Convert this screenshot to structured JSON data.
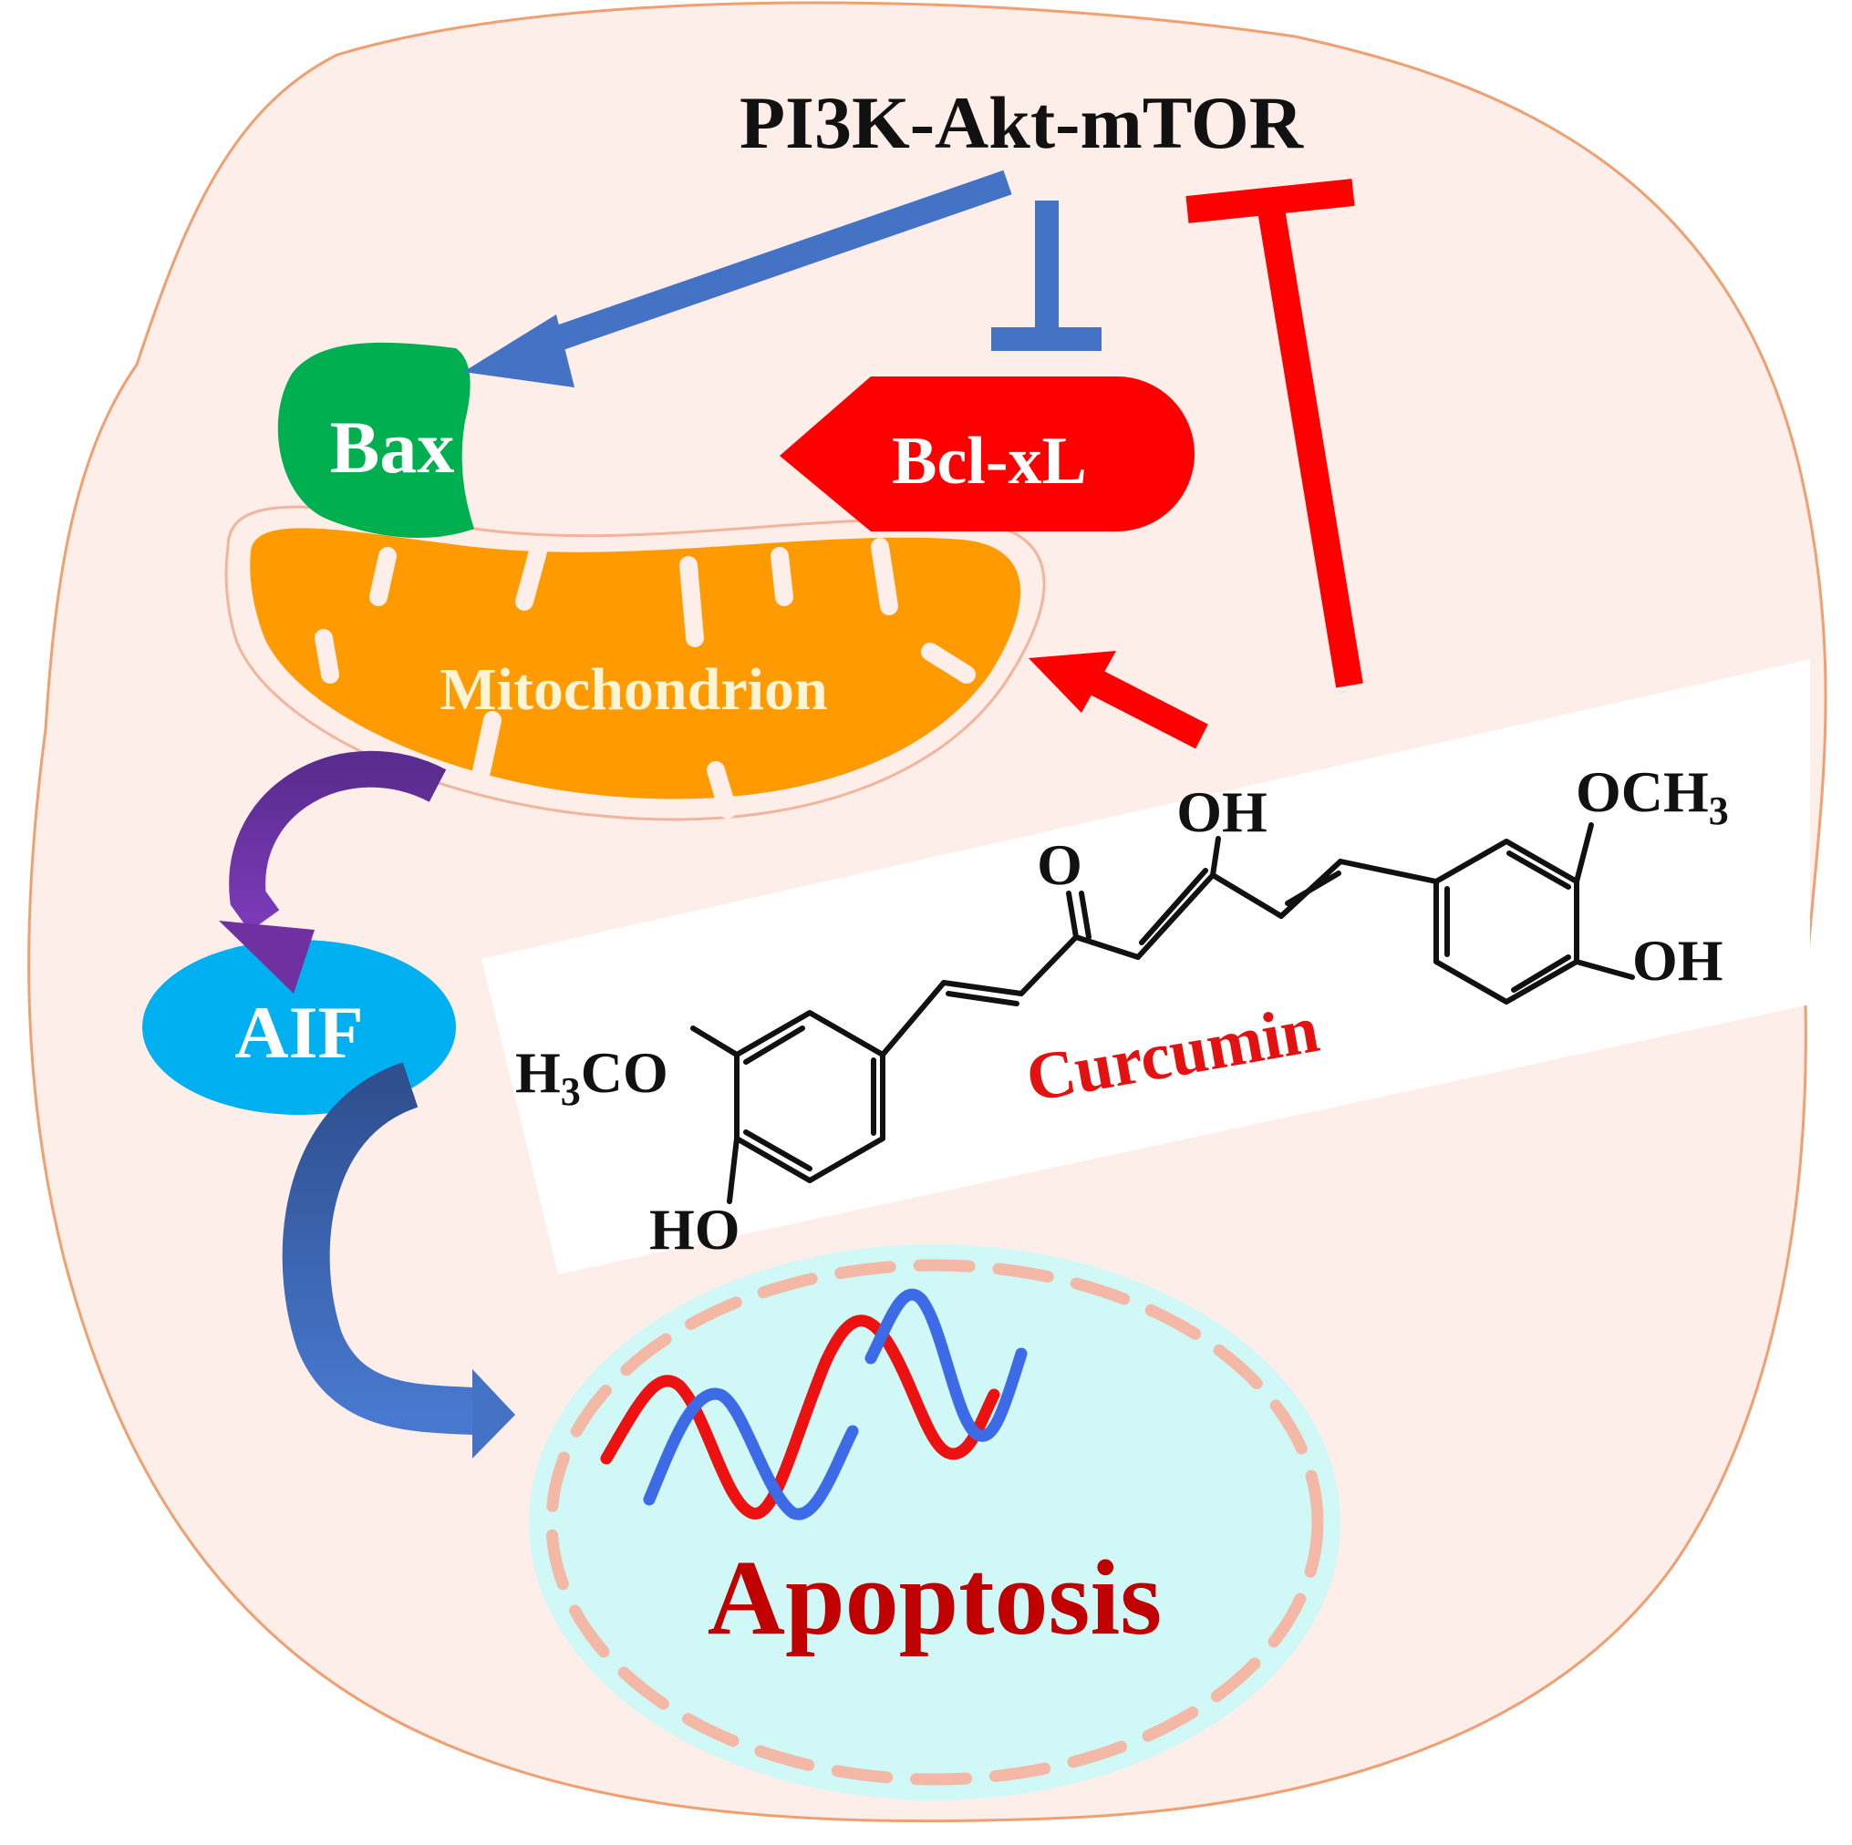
{
  "pathway": {
    "label": "PI3K-Akt-mTOR"
  },
  "proteins": {
    "bax": "Bax",
    "bclxl": "Bcl-xL",
    "aif": "AIF"
  },
  "organelle": {
    "mitochondrion": "Mitochondrion"
  },
  "compound": {
    "name": "Curcumin",
    "groups": {
      "och3_right": "OCH",
      "och3_right_sub": "3",
      "oh_top": "OH",
      "ketone_o": "O",
      "oh_right": "OH",
      "h3co_left_h": "H",
      "h3co_left_sub": "3",
      "h3co_left_co": "CO",
      "ho_left": "HO"
    }
  },
  "outcome": {
    "label": "Apoptosis"
  },
  "colors": {
    "cell_fill": "#fdeeea",
    "cell_border": "#f0a070",
    "activation_arrow": "#4472c4",
    "inhibition_red": "#ff0000",
    "bax": "#00b050",
    "bclxl": "#ff0000",
    "mitochondrion": "#ff9900",
    "aif": "#00b0f0",
    "aif_arrow": "#7030a0",
    "nucleus_fill": "#d0f8f6",
    "apoptosis_text": "#c00000",
    "dna_red": "#ee1111",
    "dna_blue": "#3d6be8"
  }
}
